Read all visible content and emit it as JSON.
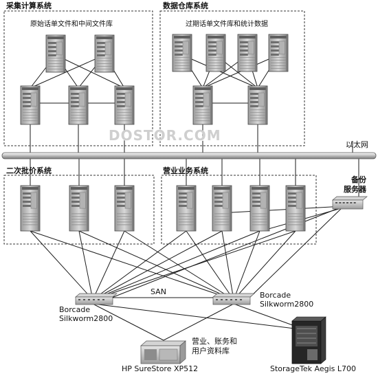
{
  "diagram": {
    "groups": {
      "collection": "采集计算系统",
      "warehouse": "数据仓库系统",
      "secondary_billing": "二次批价系统",
      "business": "营业业务系统"
    },
    "notes": {
      "raw_files": "原始话单文件和中间文件库",
      "expired_files": "过期话单文件库和统计数据"
    },
    "network": {
      "ethernet": "以太网",
      "san": "SAN"
    },
    "devices": {
      "backup_server_line1": "备份",
      "backup_server_line2": "服务器",
      "switch_left_line1": "Borcade",
      "switch_left_line2": "Silkworm2800",
      "switch_right_line1": "Borcade",
      "switch_right_line2": "Silkworm2800",
      "xp512": "HP SureStore XP512",
      "xp512_note_line1": "营业、账务和",
      "xp512_note_line2": "用户资料库",
      "tape_library": "StorageTek Aegis L700"
    },
    "watermark": "DOSTOR.COM"
  }
}
